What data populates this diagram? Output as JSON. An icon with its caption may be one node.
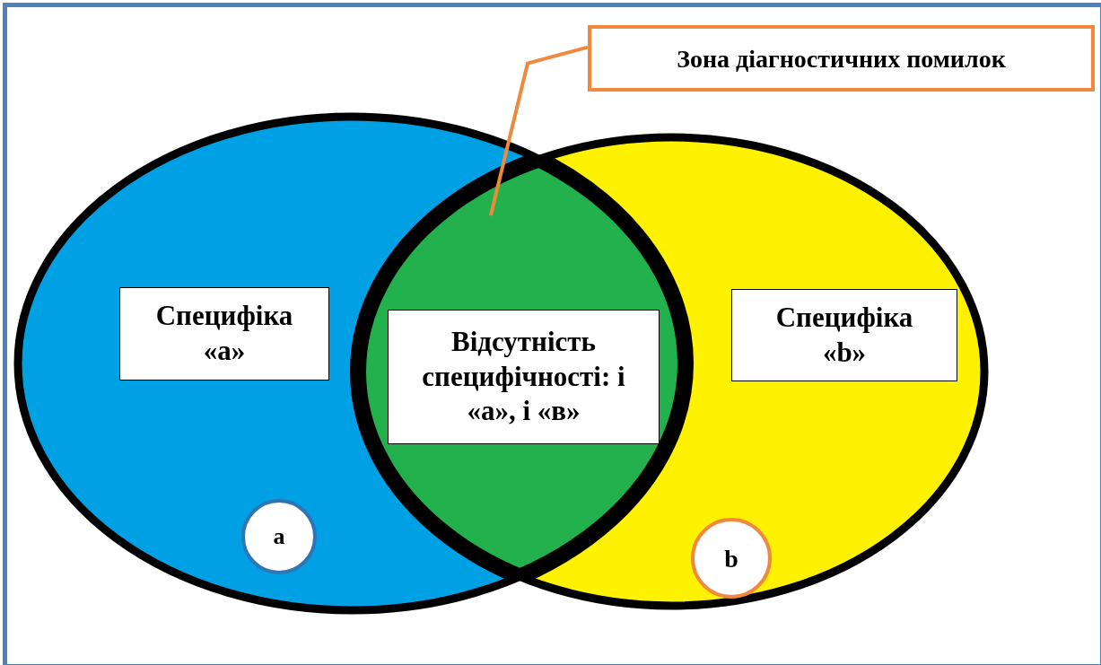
{
  "diagram": {
    "nodes": [
      {
        "text": [],
        "shape": "ellipse"
      },
      {
        "text": [],
        "shape": "ellipse"
      },
      {
        "text": [],
        "shape": "lens"
      },
      {
        "text": [
          "Зона діагностичних помилок"
        ]
      },
      {
        "text": [
          "Специфіка «a»"
        ],
        "in": 0
      },
      {
        "text": [
          "Відсутність специфічності: і «а», і «в»"
        ]
      },
      {
        "text": [
          "Специфіка «b»"
        ],
        "in": 1
      },
      {
        "text": [
          "a"
        ],
        "in": 0
      },
      {
        "text": [
          "b"
        ],
        "in": 1
      }
    ],
    "edges": [
      {
        "from": 3,
        "to": 2,
        "arrow": "none"
      }
    ]
  }
}
